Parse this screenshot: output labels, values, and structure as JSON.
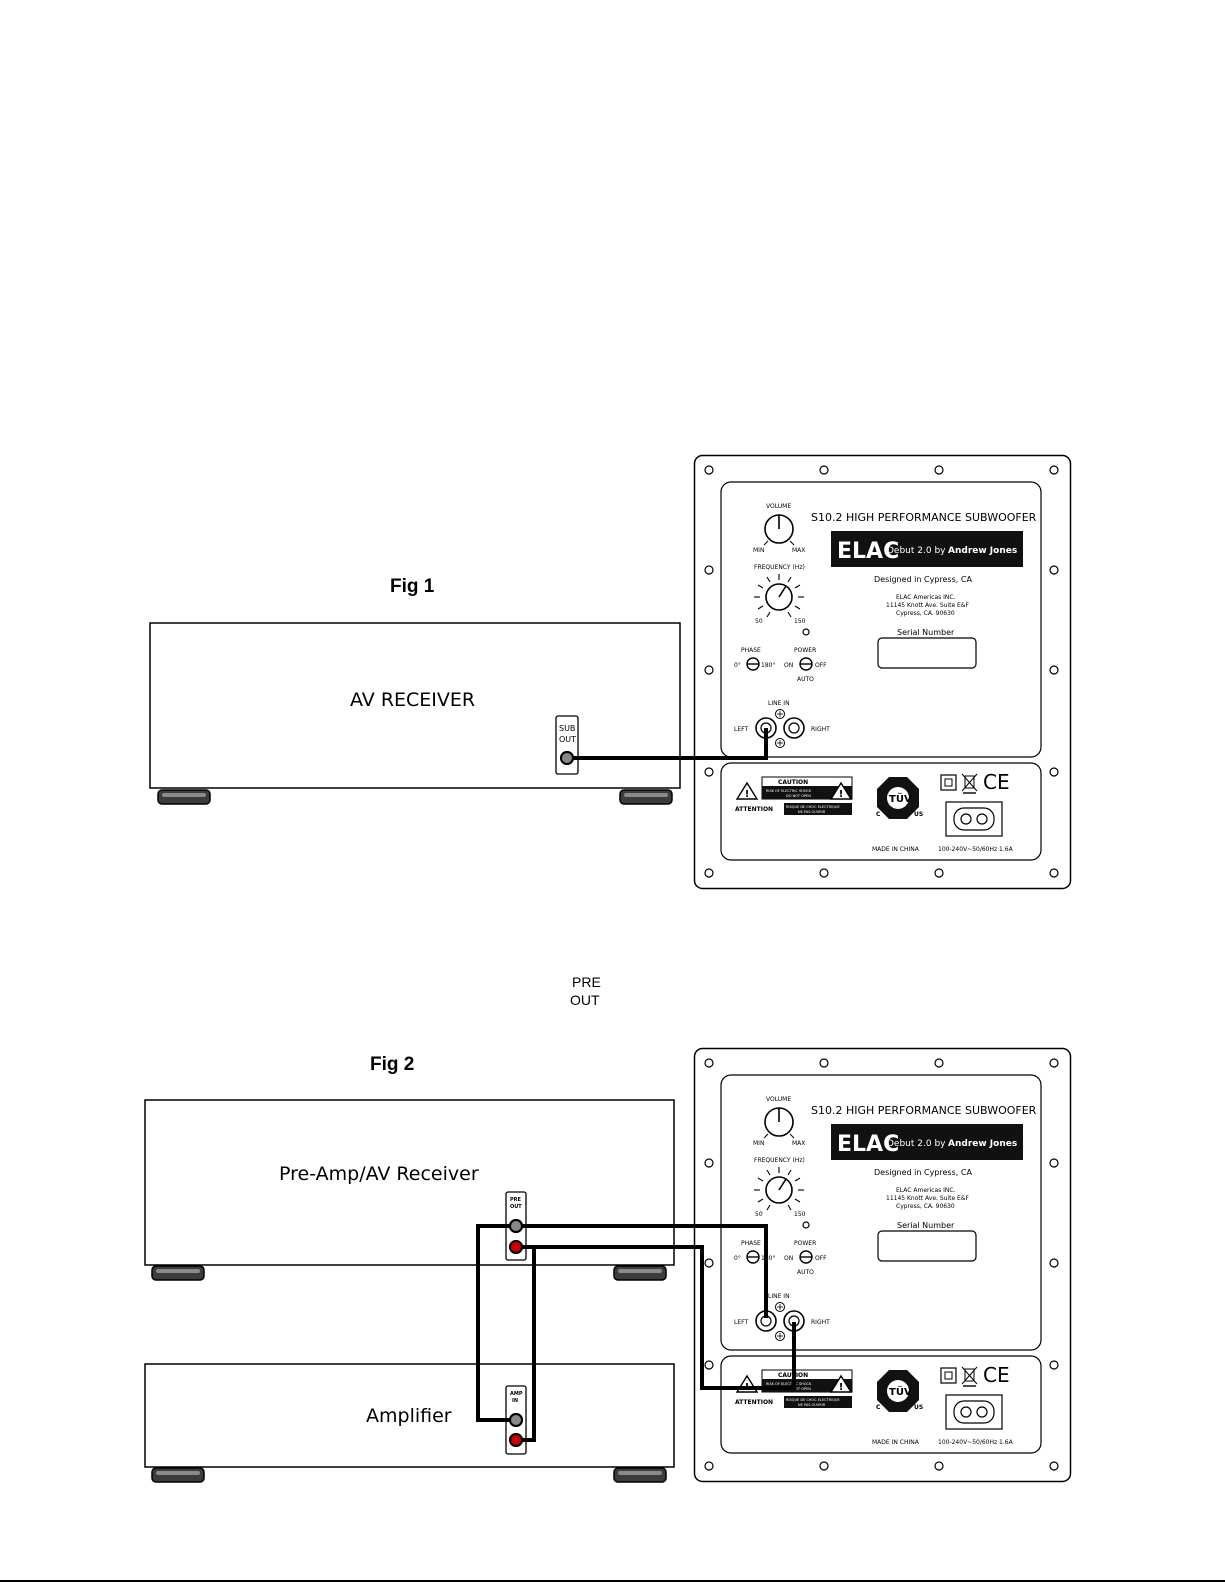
{
  "figures": {
    "fig1": {
      "title": "Fig 1",
      "receiver_label": "AV RECEIVER",
      "sub_out_label_1": "SUB",
      "sub_out_label_2": "OUT"
    },
    "fig2": {
      "title": "Fig 2",
      "preamp_label": "Pre-Amp/AV Receiver",
      "amplifier_label": "Amplifier",
      "pre_out_small_1": "PRE",
      "pre_out_small_2": "OUT",
      "amp_in_small_1": "AMP",
      "amp_in_small_2": "IN"
    },
    "pre_out_callout": {
      "line1": "PRE",
      "line2": "OUT"
    }
  },
  "subwoofer_panel": {
    "model_title": "S10.2 HIGH PERFORMANCE SUBWOOFER",
    "logo": "ELAC",
    "logo_tagline_1": "Debut 2.0 by",
    "logo_tagline_2": "Andrew Jones",
    "designed_in": "Designed in Cypress, CA",
    "address_1": "ELAC Americas INC.",
    "address_2": "11145 Knott Ave. Suite E&F",
    "address_3": "Cypress, CA. 90630",
    "serial_label": "Serial Number",
    "volume_label": "VOLUME",
    "min_label": "MIN",
    "max_label": "MAX",
    "frequency_label": "FREQUENCY (Hz)",
    "freq_low": "50",
    "freq_high": "150",
    "phase_label": "PHASE",
    "phase_0": "0°",
    "phase_180": "180°",
    "power_label": "POWER",
    "power_on": "ON",
    "power_off": "OFF",
    "power_auto": "AUTO",
    "line_in_label": "LINE IN",
    "left_label": "LEFT",
    "right_label": "RIGHT",
    "caution_title": "CAUTION",
    "caution_line_1": "RISK OF ELECTRIC SHOCK",
    "caution_line_2": "DO NOT OPEN",
    "attention_label": "ATTENTION",
    "attention_line_1": "RISQUE DE CHOC ELECTRIQUE",
    "attention_line_2": "NE PAS OUVRIR",
    "tuv_label": "TÜV",
    "tuv_c": "C",
    "tuv_us": "US",
    "ce_mark": "CE",
    "made_in": "MADE IN CHINA",
    "power_rating": "100-240V~50/60Hz 1.6A"
  },
  "colors": {
    "line": "#000000",
    "red_jack": "#cc0000",
    "foot": "#444444",
    "label_bg": "#1a1a1a"
  }
}
